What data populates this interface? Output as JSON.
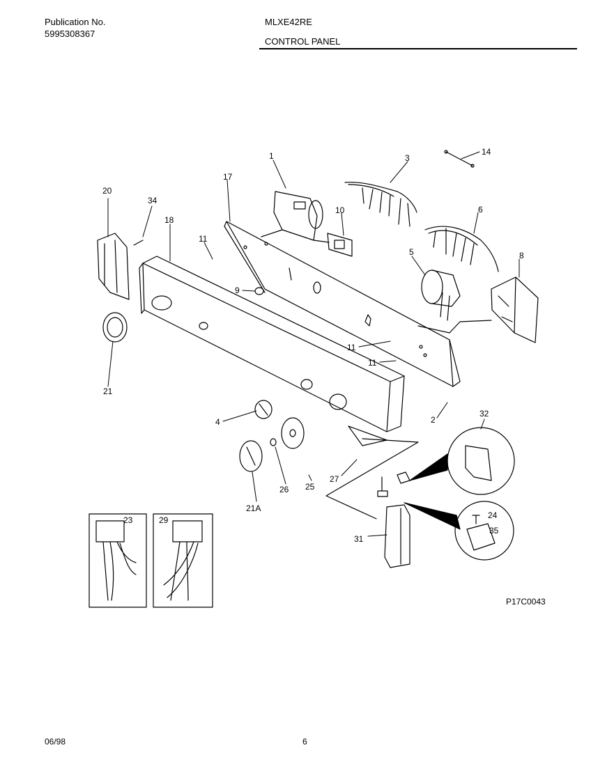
{
  "header": {
    "publication_label": "Publication No.",
    "publication_number": "5995308367",
    "model": "MLXE42RE",
    "section_title": "CONTROL PANEL"
  },
  "diagram": {
    "callouts": [
      "1",
      "2",
      "3",
      "4",
      "5",
      "6",
      "8",
      "9",
      "10",
      "11",
      "11",
      "11",
      "14",
      "17",
      "18",
      "20",
      "21",
      "21A",
      "23",
      "24",
      "25",
      "26",
      "27",
      "29",
      "31",
      "32",
      "34",
      "35"
    ],
    "figure_code": "P17C0043"
  },
  "footer": {
    "date": "06/98",
    "page": "6"
  }
}
